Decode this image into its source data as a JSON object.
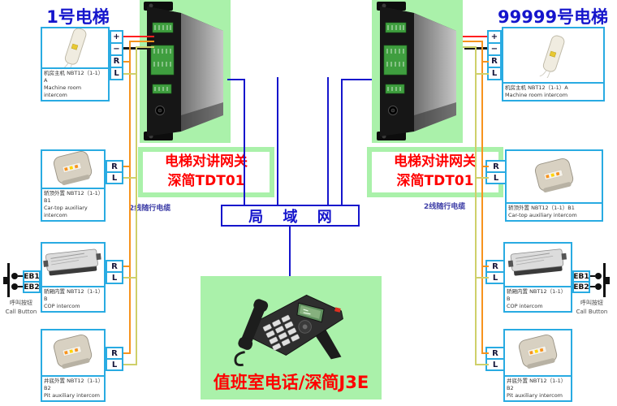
{
  "titles": {
    "left": "1号电梯",
    "right": "99999号电梯"
  },
  "gateway": {
    "line1": "电梯对讲网关",
    "line2": "深简TDT01"
  },
  "lan": {
    "label": "局 域 网"
  },
  "phone": {
    "label": "值班室电话/深简J3E"
  },
  "cable_notes": {
    "left": "2线随行电缆",
    "right": "2线随行电缆"
  },
  "terminals": {
    "plus": "+",
    "minus": "−",
    "r": "R",
    "l": "L"
  },
  "call_button": {
    "eb1": "EB1",
    "eb2": "EB2",
    "cn": "呼叫按钮",
    "en": "Call Button"
  },
  "devices": {
    "machine": {
      "cn": "机房主机 NBT12（1-1）A",
      "en": "Machine room intercom"
    },
    "cartop": {
      "cn": "轿顶外置 NBT12（1-1）B1",
      "en": "Car-top auxiliary intercom"
    },
    "cop": {
      "cn": "轿厢内置 NBT12（1-1）B",
      "en": "COP intercom"
    },
    "pit": {
      "cn": "井底外置 NBT12（1-1）B2",
      "en": "Pit auxiliary intercom"
    }
  },
  "colors": {
    "box_border": "#29abe2",
    "diagram_blue": "#1515cc",
    "accent_red": "#ff0000",
    "panel_green": "#aaf1aa",
    "wire_orange": "#f7931e",
    "wire_yellow": "#cfd06a",
    "wire_red": "#ff2020",
    "wire_black": "#1a1a1a"
  }
}
